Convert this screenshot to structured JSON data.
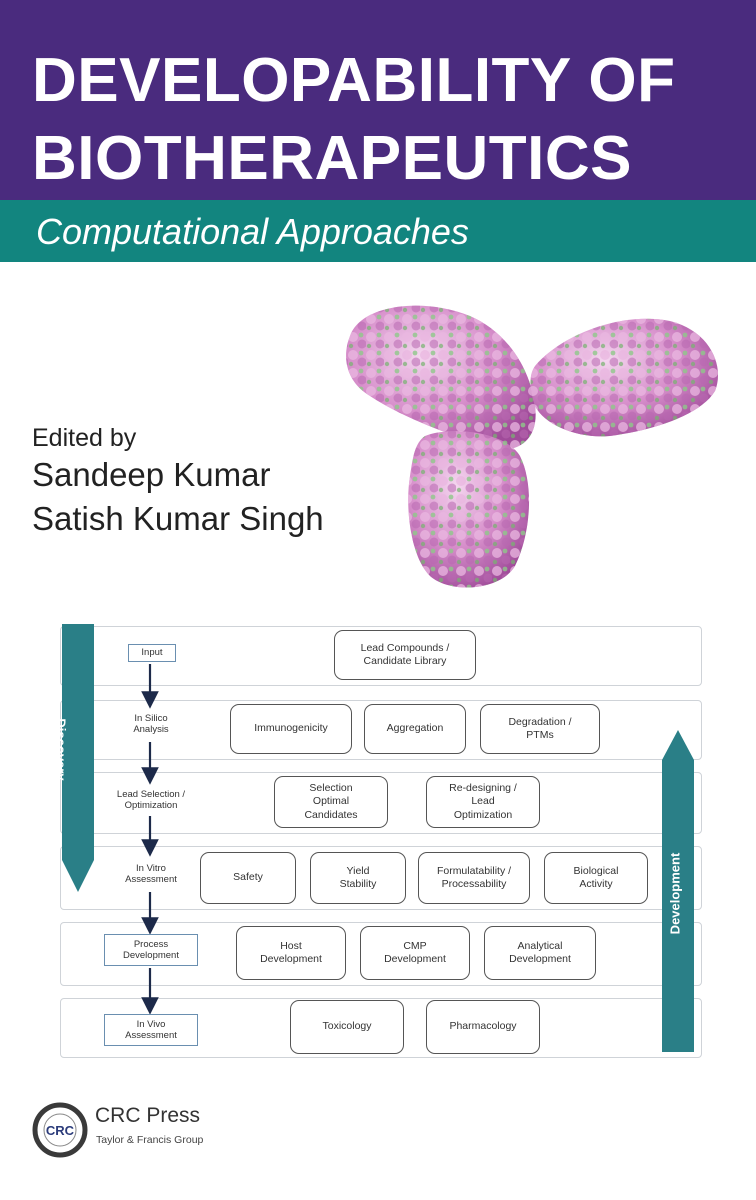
{
  "cover": {
    "title_line1": "DEVELOPABILITY OF",
    "title_line2": "BIOTHERAPEUTICS",
    "subtitle": "Computational Approaches",
    "edited_by": "Edited by",
    "editors": [
      "Sandeep Kumar",
      "Satish Kumar Singh"
    ],
    "colors": {
      "title_band": "#4a2b7e",
      "subtitle_band": "#12857f",
      "diagram_teal": "#2a7f87"
    }
  },
  "diagram": {
    "discovery_label": "Discovery",
    "development_label": "Development",
    "stages": [
      "Input",
      "In Silico\nAnalysis",
      "Lead Selection /\nOptimization",
      "In Vitro\nAssessment",
      "Process\nDevelopment",
      "In Vivo\nAssessment"
    ],
    "rows": [
      [
        "Lead Compounds /\nCandidate Library"
      ],
      [
        "Immunogenicity",
        "Aggregation",
        "Degradation /\nPTMs"
      ],
      [
        "Selection\nOptimal\nCandidates",
        "Re-designing /\nLead\nOptimization"
      ],
      [
        "Safety",
        "Yield\nStability",
        "Formulatability /\nProcessability",
        "Biological\nActivity"
      ],
      [
        "Host\nDevelopment",
        "CMP\nDevelopment",
        "Analytical\nDevelopment"
      ],
      [
        "Toxicology",
        "Pharmacology"
      ]
    ]
  },
  "publisher": {
    "logo_text": "CRC",
    "name": "CRC Press",
    "group": "Taylor & Francis Group"
  }
}
